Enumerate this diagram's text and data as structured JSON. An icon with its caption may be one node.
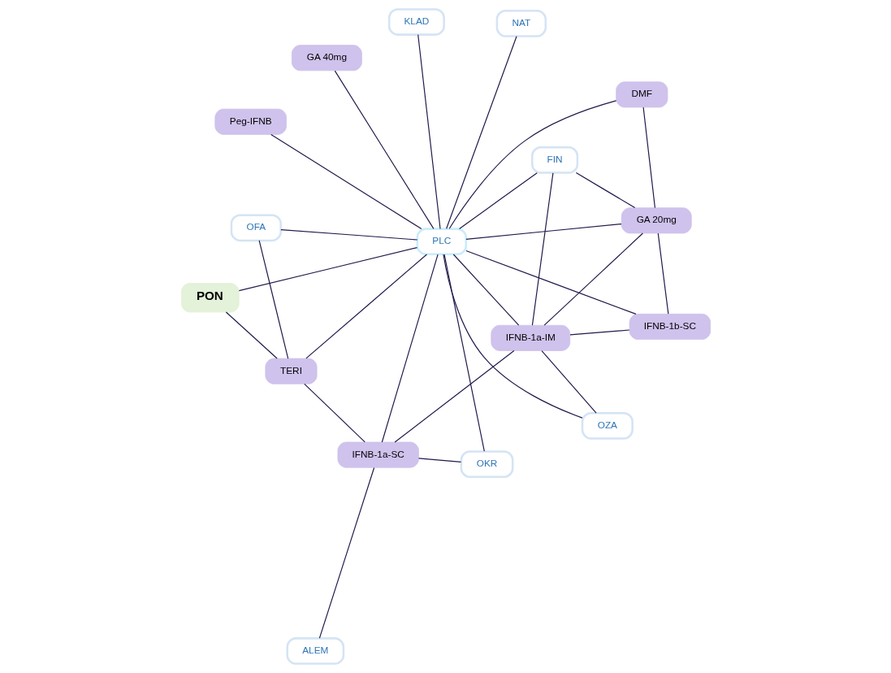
{
  "diagram": {
    "nodes": [
      {
        "text": [
          "TERI"
        ]
      },
      {
        "text": [
          "OFA"
        ]
      },
      {
        "text": [
          "PON"
        ]
      },
      {
        "text": [
          "ALEM"
        ]
      },
      {
        "text": [
          "KLAD"
        ]
      },
      {
        "text": [
          "IFNB-1a-SC"
        ]
      },
      {
        "text": [
          "PLC"
        ]
      },
      {
        "text": [
          "GA 40mg"
        ]
      },
      {
        "text": [
          "Peg-IFNB"
        ]
      },
      {
        "text": [
          "IFNB-1a-IM"
        ]
      },
      {
        "text": [
          "DMF"
        ]
      },
      {
        "text": [
          "OKR"
        ]
      },
      {
        "text": [
          "IFNB-1b-SC"
        ]
      },
      {
        "text": [
          "GA 20mg"
        ]
      },
      {
        "text": [
          "OZA"
        ]
      },
      {
        "text": [
          "NAT"
        ]
      },
      {
        "text": [
          "FIN"
        ]
      }
    ],
    "edges": [
      {
        "from": 1,
        "to": 0,
        "arrow": "none"
      },
      {
        "from": 0,
        "to": 2,
        "arrow": "none"
      },
      {
        "from": 0,
        "to": 5,
        "arrow": "none"
      },
      {
        "from": 0,
        "to": 6,
        "arrow": "none"
      },
      {
        "from": 1,
        "to": 6,
        "arrow": "none"
      },
      {
        "from": 2,
        "to": 6,
        "arrow": "none"
      },
      {
        "from": 3,
        "to": 5,
        "arrow": "none"
      },
      {
        "from": 4,
        "to": 6,
        "arrow": "none"
      },
      {
        "from": 5,
        "to": 6,
        "arrow": "none"
      },
      {
        "from": 6,
        "to": 7,
        "arrow": "none"
      },
      {
        "from": 5,
        "to": 11,
        "arrow": "none"
      },
      {
        "from": 5,
        "to": 9,
        "arrow": "none"
      },
      {
        "from": 6,
        "to": 9,
        "arrow": "none"
      },
      {
        "from": 6,
        "to": 11,
        "arrow": "none"
      },
      {
        "from": 6,
        "to": 12,
        "arrow": "none"
      },
      {
        "from": 6,
        "to": 14,
        "arrow": "none"
      },
      {
        "from": 6,
        "to": 15,
        "arrow": "none"
      },
      {
        "from": 6,
        "to": 13,
        "arrow": "none"
      },
      {
        "from": 6,
        "to": 16,
        "arrow": "none"
      },
      {
        "from": 6,
        "to": 10,
        "arrow": "none"
      },
      {
        "from": 6,
        "to": 8,
        "arrow": "none"
      },
      {
        "from": 9,
        "to": 12,
        "arrow": "none"
      },
      {
        "from": 9,
        "to": 14,
        "arrow": "none"
      },
      {
        "from": 9,
        "to": 13,
        "arrow": "none"
      },
      {
        "from": 9,
        "to": 16,
        "arrow": "none"
      },
      {
        "from": 12,
        "to": 13,
        "arrow": "none"
      },
      {
        "from": 13,
        "to": 10,
        "arrow": "none"
      },
      {
        "from": 13,
        "to": 16,
        "arrow": "none"
      }
    ]
  }
}
